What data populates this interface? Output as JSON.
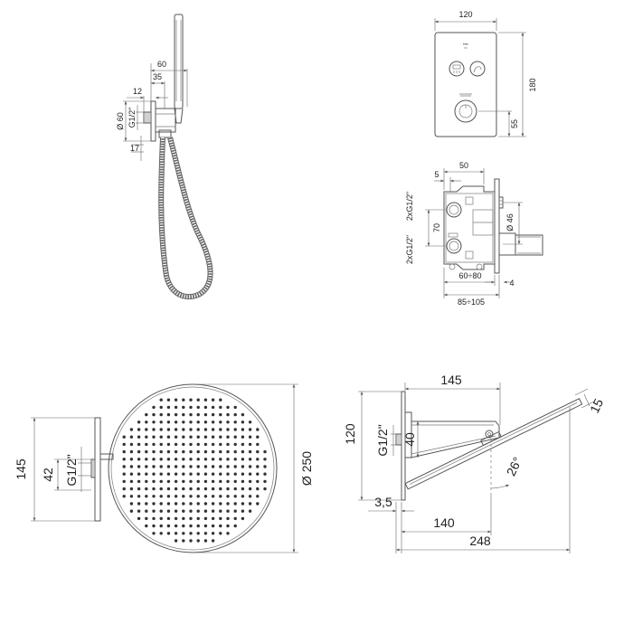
{
  "colors": {
    "line": "#555555",
    "dim": "#666666",
    "text": "#222222",
    "nozzle": "#333333"
  },
  "hand_shower": {
    "dims": {
      "width": "60",
      "offset": "35",
      "depth": "12",
      "diameter": "Ø 60",
      "thread": "G1/2\"",
      "height": "17"
    }
  },
  "control_plate": {
    "dims": {
      "width": "120",
      "height": "180",
      "knob_height": "55"
    }
  },
  "mixer_body": {
    "dims": {
      "top": "50",
      "offset": "5",
      "diameter": "Ø 46",
      "pitch": "70",
      "inlet_upper": "2xG1/2\"",
      "inlet_lower": "2xG1/2\"",
      "depth_range": "60÷80",
      "total_range": "85÷105",
      "plate": "4"
    }
  },
  "head_front": {
    "dims": {
      "height": "145",
      "arm_height": "42",
      "thread": "G1/2\"",
      "diameter": "Ø 250"
    }
  },
  "head_side": {
    "dims": {
      "arm_length": "145",
      "flange_height": "120",
      "thread": "G1/2\"",
      "arm_depth": "40",
      "thickness": "15",
      "angle": "26°",
      "gap": "3,5",
      "reach": "140",
      "total": "248"
    }
  }
}
